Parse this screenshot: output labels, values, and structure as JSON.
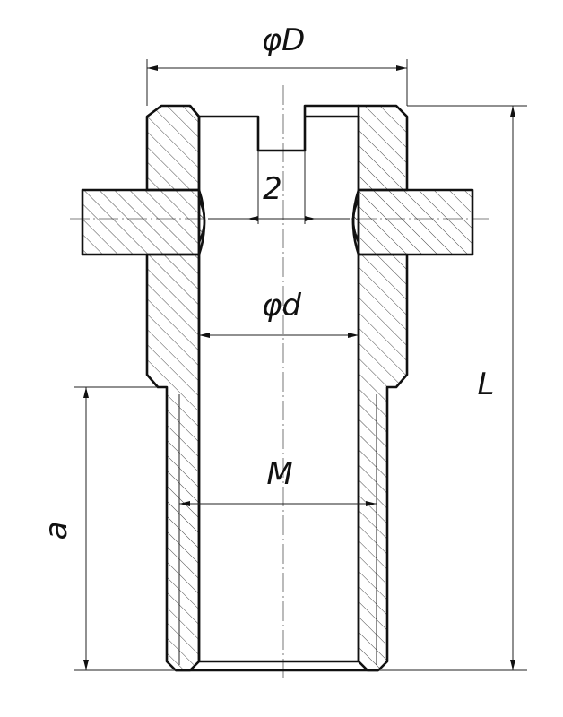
{
  "dimensions": {
    "outer_diameter": "φD",
    "slot_width": "2",
    "inner_diameter": "φd",
    "thread": "M",
    "thread_length": "a",
    "total_length": "L"
  }
}
